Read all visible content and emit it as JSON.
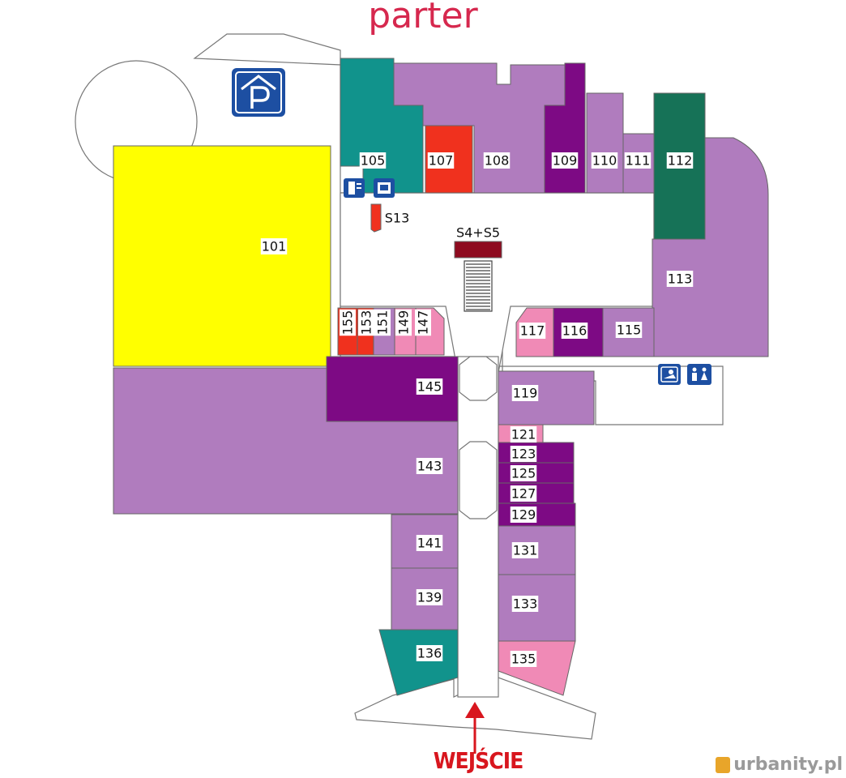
{
  "title": "parter",
  "entrance_label": "WEJŚCIE",
  "watermark": "urbanity.pl",
  "colors": {
    "lilac": "#b07cbe",
    "purple": "#7d0a84",
    "teal": "#11938c",
    "darkgreen": "#167257",
    "yellow": "#ffff00",
    "red": "#f0311e",
    "pink": "#f08ab6",
    "maroon": "#8e0a1f",
    "title": "#d6284e",
    "entrance": "#d8161e",
    "icon_blue": "#1d4fa2"
  },
  "icons": [
    "parking-icon",
    "atm-icon",
    "ticket-machine-icon",
    "baby-changing-icon",
    "toilets-icon"
  ],
  "units": {
    "u101": "101",
    "u105": "105",
    "u107": "107",
    "u108": "108",
    "u109": "109",
    "u110": "110",
    "u111": "111",
    "u112": "112",
    "u113": "113",
    "u115": "115",
    "u116": "116",
    "u117": "117",
    "u119": "119",
    "u121": "121",
    "u123": "123",
    "u125": "125",
    "u127": "127",
    "u129": "129",
    "u131": "131",
    "u133": "133",
    "u135": "135",
    "u136": "136",
    "u139": "139",
    "u141": "141",
    "u143": "143",
    "u145": "145",
    "u147": "147",
    "u149": "149",
    "u151": "151",
    "u153": "153",
    "u155": "155",
    "s13": "S13",
    "s4s5": "S4+S5"
  }
}
